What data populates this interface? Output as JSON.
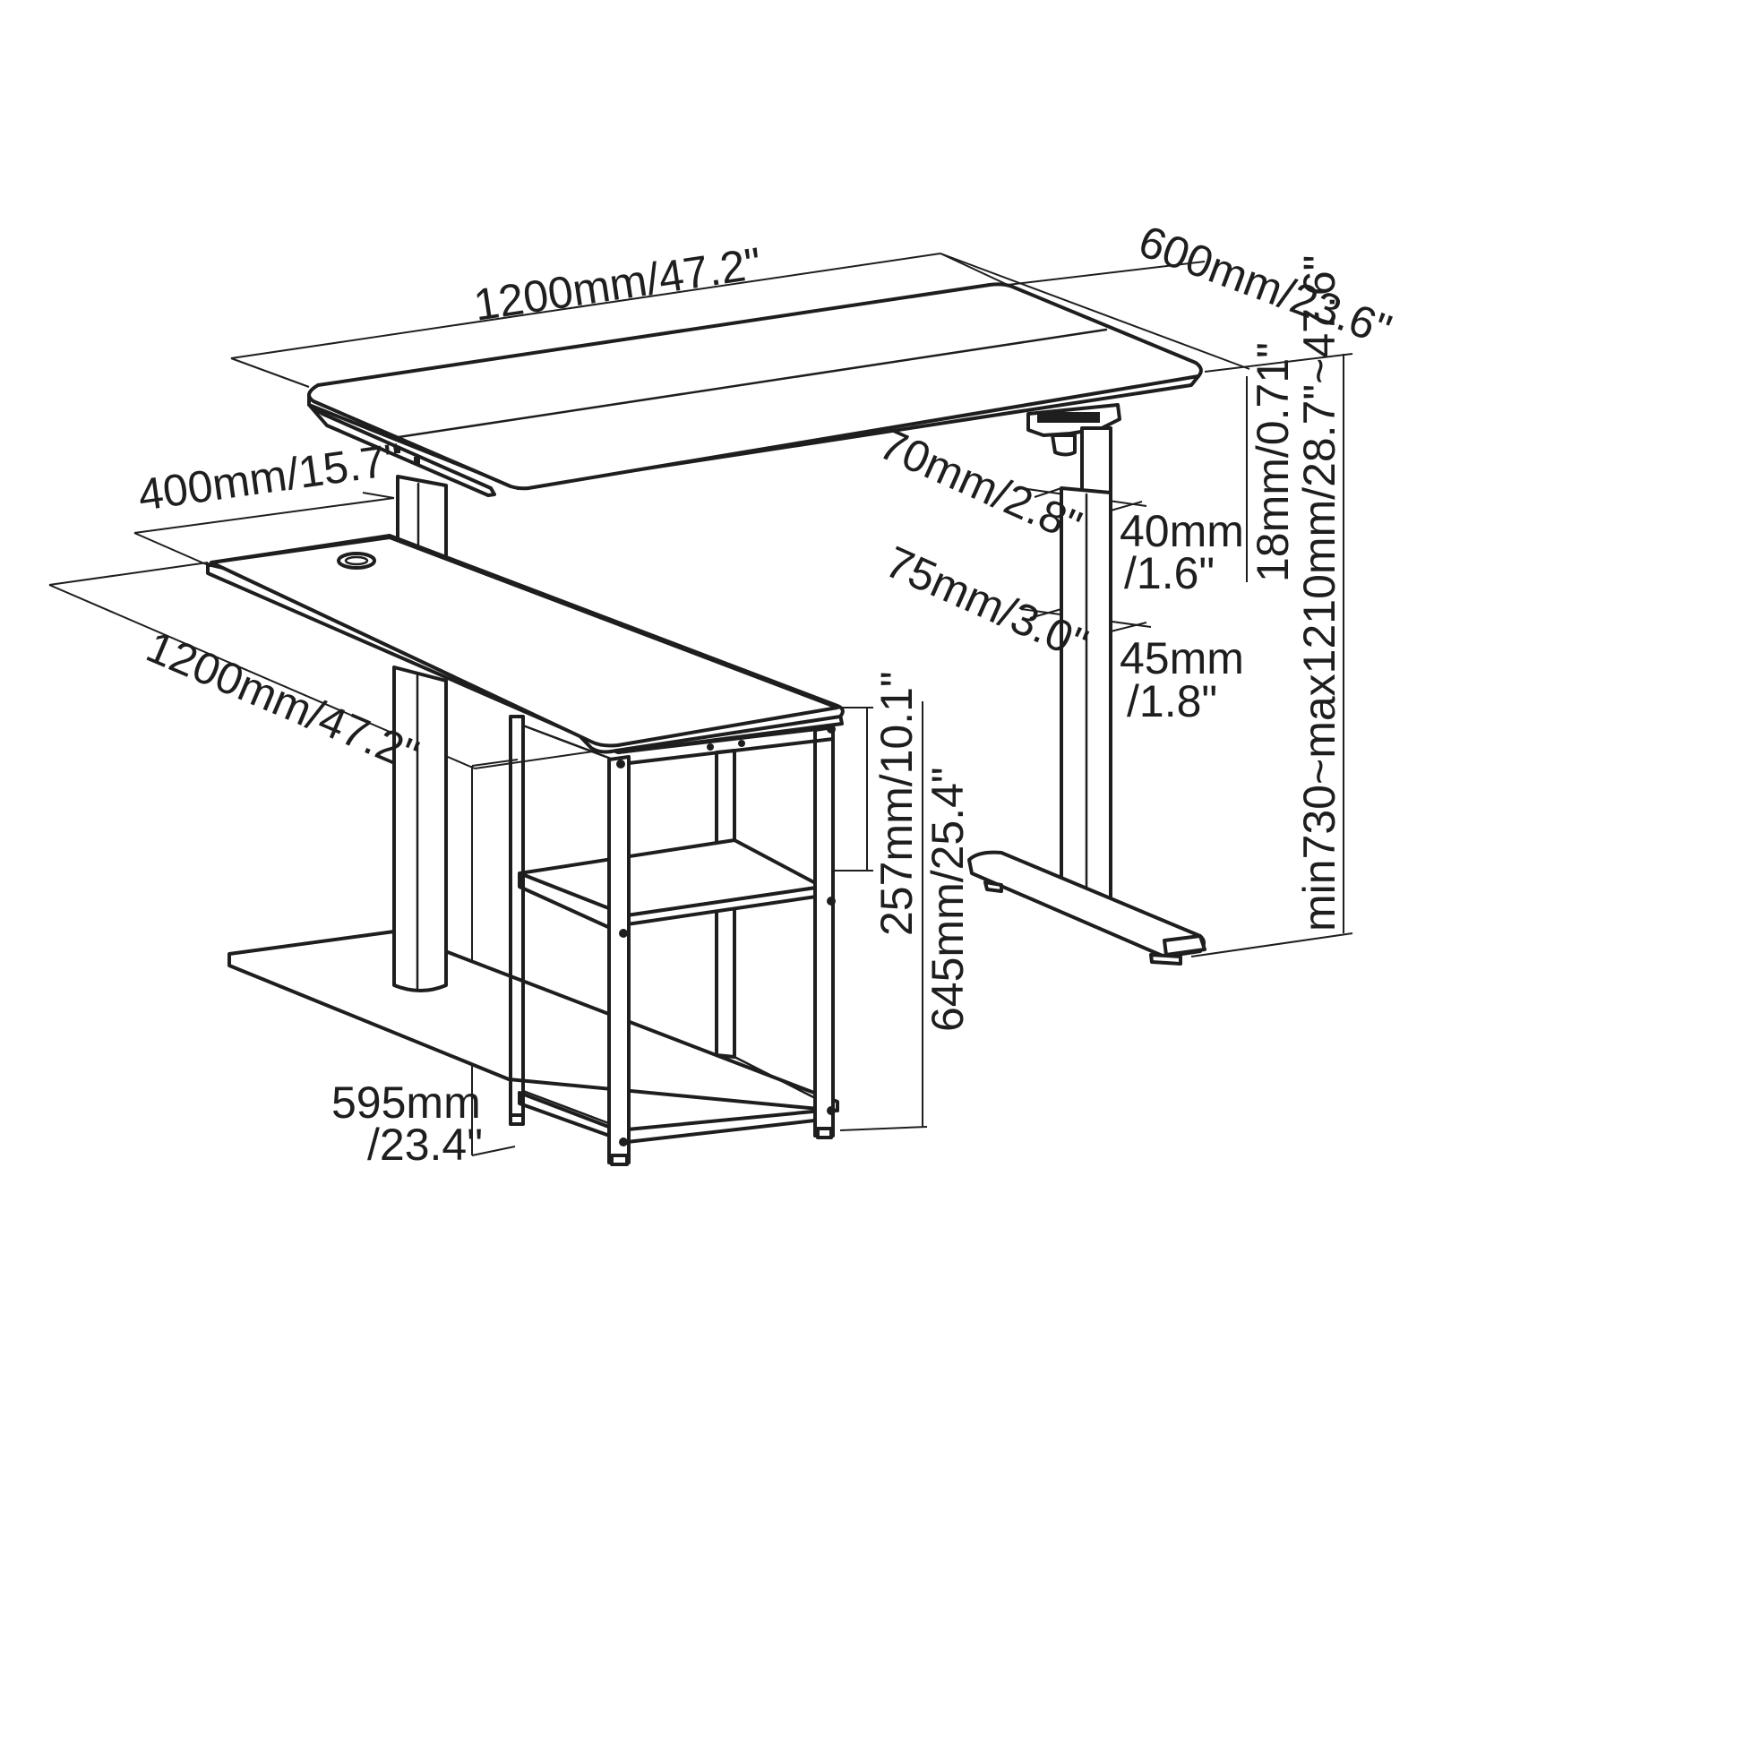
{
  "dimensions": {
    "top_width": "1200mm/47.2\"",
    "top_depth": "600mm/23.6\"",
    "return_depth": "400mm/15.7\"",
    "return_length": "1200mm/47.2\"",
    "thickness": "18mm/0.71\"",
    "height_range": "min730~max1210mm/28.7\"~47.6\"",
    "upper_leg_depth": "70mm/2.8\"",
    "upper_leg_width_a": "40mm",
    "upper_leg_width_b": "/1.6\"",
    "lower_leg_depth": "75mm/3.0\"",
    "lower_leg_width_a": "45mm",
    "lower_leg_width_b": "/1.8\"",
    "shelf_gap": "257mm/10.1\"",
    "cabinet_height": "645mm/25.4\"",
    "cabinet_width_a": "595mm",
    "cabinet_width_b": "/23.4\""
  },
  "colors": {
    "line": "#1e1e1e",
    "background": "#ffffff"
  }
}
